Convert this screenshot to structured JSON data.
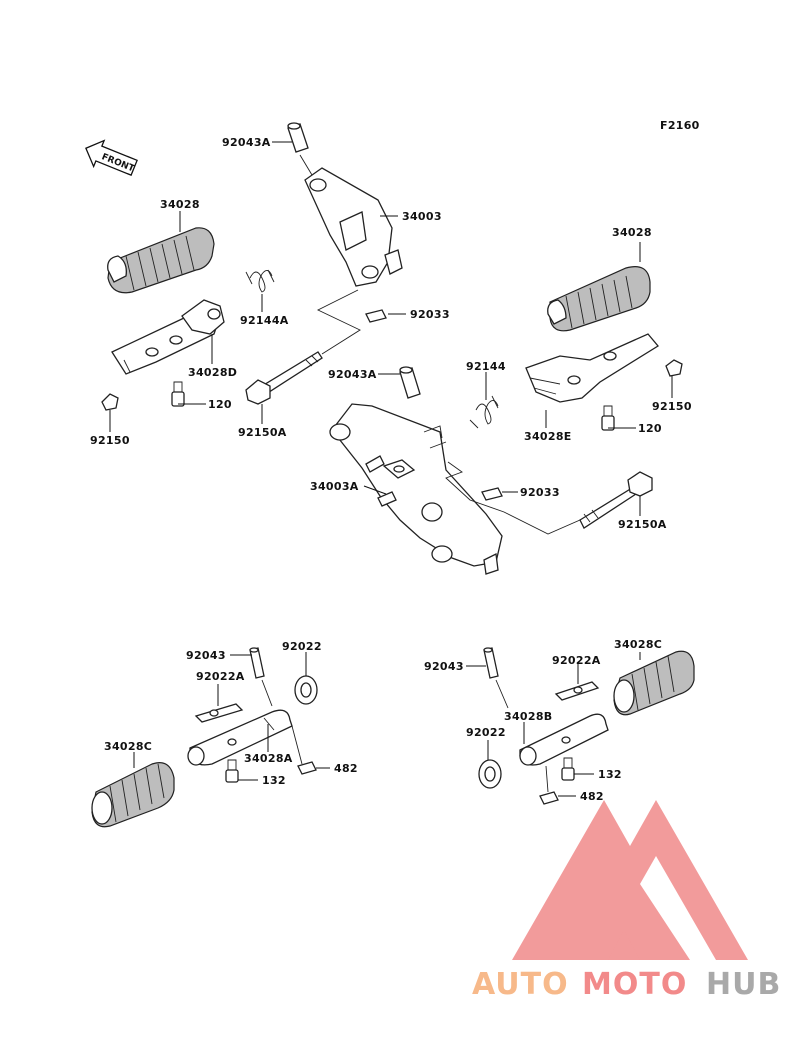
{
  "figure_code": "F2160",
  "front_arrow_label": "FRONT",
  "labels": {
    "l_92043A_top": "92043A",
    "l_34003": "34003",
    "l_34028_left": "34028",
    "l_92144A": "92144A",
    "l_92033_top": "92033",
    "l_34028D": "34028D",
    "l_120_left": "120",
    "l_92150_left": "92150",
    "l_92150A_left": "92150A",
    "l_34028_right": "34028",
    "l_92043A_mid": "92043A",
    "l_92144": "92144",
    "l_92150_right": "92150",
    "l_34028E": "34028E",
    "l_120_right": "120",
    "l_34003A": "34003A",
    "l_92033_mid": "92033",
    "l_92150A_right": "92150A",
    "l_92043_bl": "92043",
    "l_92022_bl": "92022",
    "l_92022A_bl": "92022A",
    "l_34028C_bl": "34028C",
    "l_34028A": "34028A",
    "l_132_bl": "132",
    "l_482_bl": "482",
    "l_92043_br": "92043",
    "l_92022A_br": "92022A",
    "l_34028C_br": "34028C",
    "l_34028B": "34028B",
    "l_92022_br": "92022",
    "l_132_br": "132",
    "l_482_br": "482"
  },
  "watermark": {
    "part1": "AUTO",
    "part2": "MOTO",
    "part3": "HUB",
    "color1": "#f7b98a",
    "color2": "#f28a8a",
    "color3": "#a9a9a9",
    "logo_color": "#f08a8a"
  }
}
